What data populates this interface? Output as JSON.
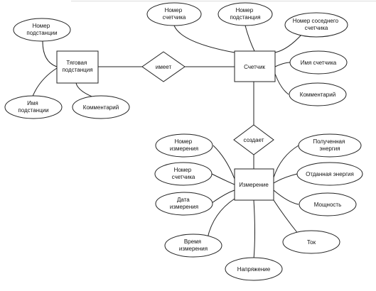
{
  "entities": {
    "substation": "Тяговая подстанция",
    "meter": "Счетчик",
    "measurement": "Измерение"
  },
  "relationships": {
    "has": "имеет",
    "creates": "создает"
  },
  "attributes": {
    "substation_number": "Номер подстанции",
    "substation_name": "Имя подстанции",
    "substation_comment": "Комментарий",
    "meter_number": "Номер счетчика",
    "meter_substation_number": "Номер подстанция",
    "neighbor_meter_number": "Номер соседнего счетчика",
    "meter_name": "Имя счетчика",
    "meter_comment": "Комментарий",
    "measurement_number": "Номер измерения",
    "measurement_meter_number": "Номер счетчика",
    "measurement_date": "Дата измерения",
    "measurement_time": "Время измерения",
    "voltage": "Напряжение",
    "current": "Ток",
    "power": "Мощность",
    "energy_given": "Отданная энергия",
    "energy_received": "Полученная энергия"
  }
}
